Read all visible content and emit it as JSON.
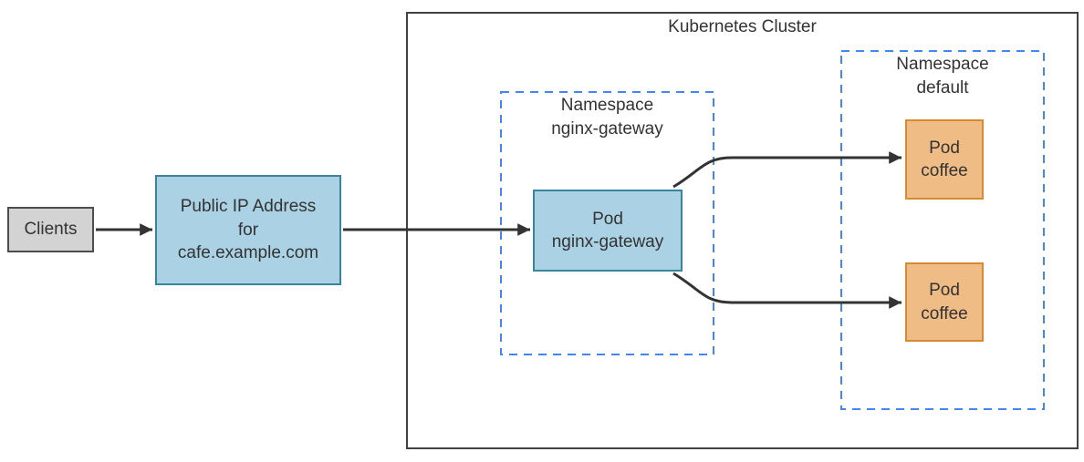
{
  "cluster": {
    "title": "Kubernetes Cluster"
  },
  "nodes": {
    "clients": {
      "label": "Clients"
    },
    "public_ip": {
      "line1": "Public IP Address",
      "line2": "for",
      "line3": "cafe.example.com"
    },
    "pod_nginx_gateway": {
      "line1": "Pod",
      "line2": "nginx-gateway"
    },
    "pod_coffee_top": {
      "line1": "Pod",
      "line2": "coffee"
    },
    "pod_coffee_bottom": {
      "line1": "Pod",
      "line2": "coffee"
    }
  },
  "namespaces": {
    "nginx_gateway": {
      "line1": "Namespace",
      "line2": "nginx-gateway"
    },
    "default": {
      "line1": "Namespace",
      "line2": "default"
    }
  },
  "connectors": [
    {
      "from": "clients",
      "to": "public_ip"
    },
    {
      "from": "public_ip",
      "to": "pod_nginx_gateway"
    },
    {
      "from": "pod_nginx_gateway",
      "to": "pod_coffee_top"
    },
    {
      "from": "pod_nginx_gateway",
      "to": "pod_coffee_bottom"
    }
  ],
  "colors": {
    "arrow": "#333333",
    "text": "#333333",
    "cluster_border": "#404040",
    "namespace_dash": "#4285f4",
    "blue_fill": "#abd2e4",
    "blue_border": "#38869e",
    "orange_fill": "#f0bc85",
    "orange_border": "#d98a31",
    "gray_fill": "#d3d3d3",
    "gray_border": "#4d4d4d",
    "background": "#ffffff"
  }
}
